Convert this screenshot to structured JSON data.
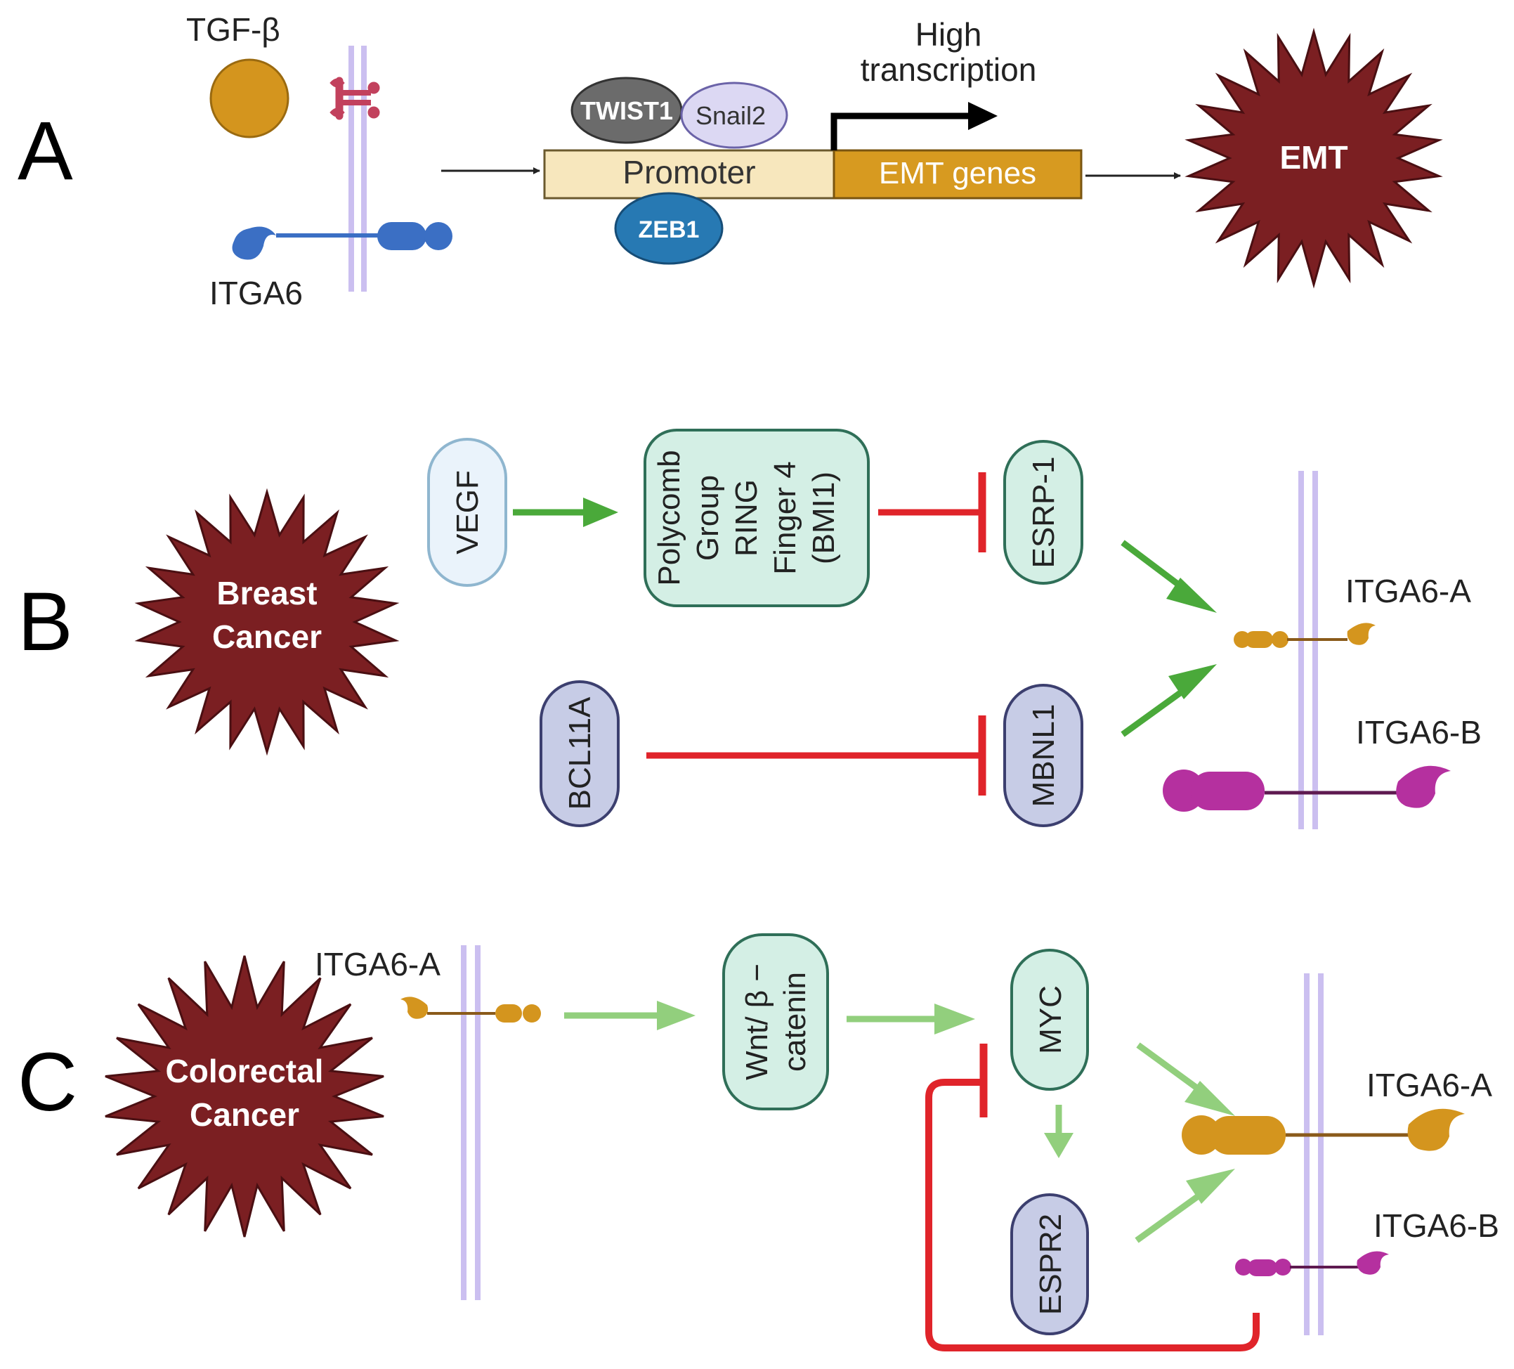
{
  "colors": {
    "star": "#7b1f22",
    "teal_fill": "#d4efe5",
    "teal_stroke": "#2f6f58",
    "lavender_fill": "#c7cce6",
    "lavender_stroke": "#3c3f6f",
    "vegf_fill": "#eaf3fb",
    "vegf_stroke": "#8fb6cf",
    "activate_dark": "#4aa93a",
    "activate_light": "#92cf7d",
    "inhibit": "#e0242a",
    "membrane": "#cbbff0",
    "itga_a": "#d4951e",
    "itga_b": "#b5309f",
    "itga6_blue": "#3b6fc4"
  },
  "panel_a": {
    "letter": "A",
    "tgf_label": "TGF-β",
    "itga6_label": "ITGA6",
    "twist1": "TWIST1",
    "snail2": "Snail2",
    "zeb1": "ZEB1",
    "promoter": "Promoter",
    "emt_genes": "EMT genes",
    "high_transcription_line1": "High",
    "high_transcription_line2": "transcription",
    "emt": "EMT"
  },
  "panel_b": {
    "letter": "B",
    "star_line1": "Breast",
    "star_line2": "Cancer",
    "vegf": "VEGF",
    "bmi1_lines": [
      "Polycomb",
      "Group",
      "RING",
      "Finger 4",
      "(BMI1)"
    ],
    "esrp1": "ESRP-1",
    "bcl11a": "BCL11A",
    "mbnl1": "MBNL1",
    "itga6a": "ITGA6-A",
    "itga6b": "ITGA6-B"
  },
  "panel_c": {
    "letter": "C",
    "star_line1": "Colorectal",
    "star_line2": "Cancer",
    "itga6a_left": "ITGA6-A",
    "wnt_line1": "Wnt/ β −",
    "wnt_line2": "catenin",
    "myc": "MYC",
    "espr2": "ESPR2",
    "itga6a_right": "ITGA6-A",
    "itga6b_right": "ITGA6-B"
  }
}
